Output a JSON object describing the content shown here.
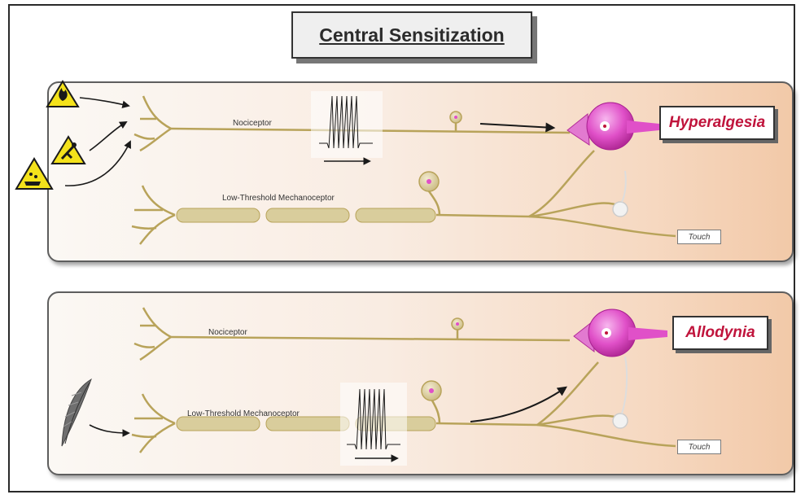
{
  "title": "Central Sensitization",
  "panels": [
    {
      "condition": "Hyperalgesia",
      "nociceptor_label": "Nociceptor",
      "mechanoceptor_label": "Low-Threshold Mechanoceptor",
      "touch_label": "Touch",
      "stimulus_icons": [
        "fire-hazard-icon",
        "chemical-hazard-icon",
        "corrosive-hazard-icon"
      ],
      "active_fiber": "nociceptor"
    },
    {
      "condition": "Allodynia",
      "nociceptor_label": "Nociceptor",
      "mechanoceptor_label": "Low-Threshold Mechanoceptor",
      "touch_label": "Touch",
      "stimulus_icons": [
        "feather-icon"
      ],
      "active_fiber": "mechanoceptor"
    }
  ],
  "colors": {
    "condition_text": "#c0143c",
    "neuron_pink": "#e050c8",
    "axon": "#b8a35a",
    "myelin": "#d9cd9c"
  }
}
